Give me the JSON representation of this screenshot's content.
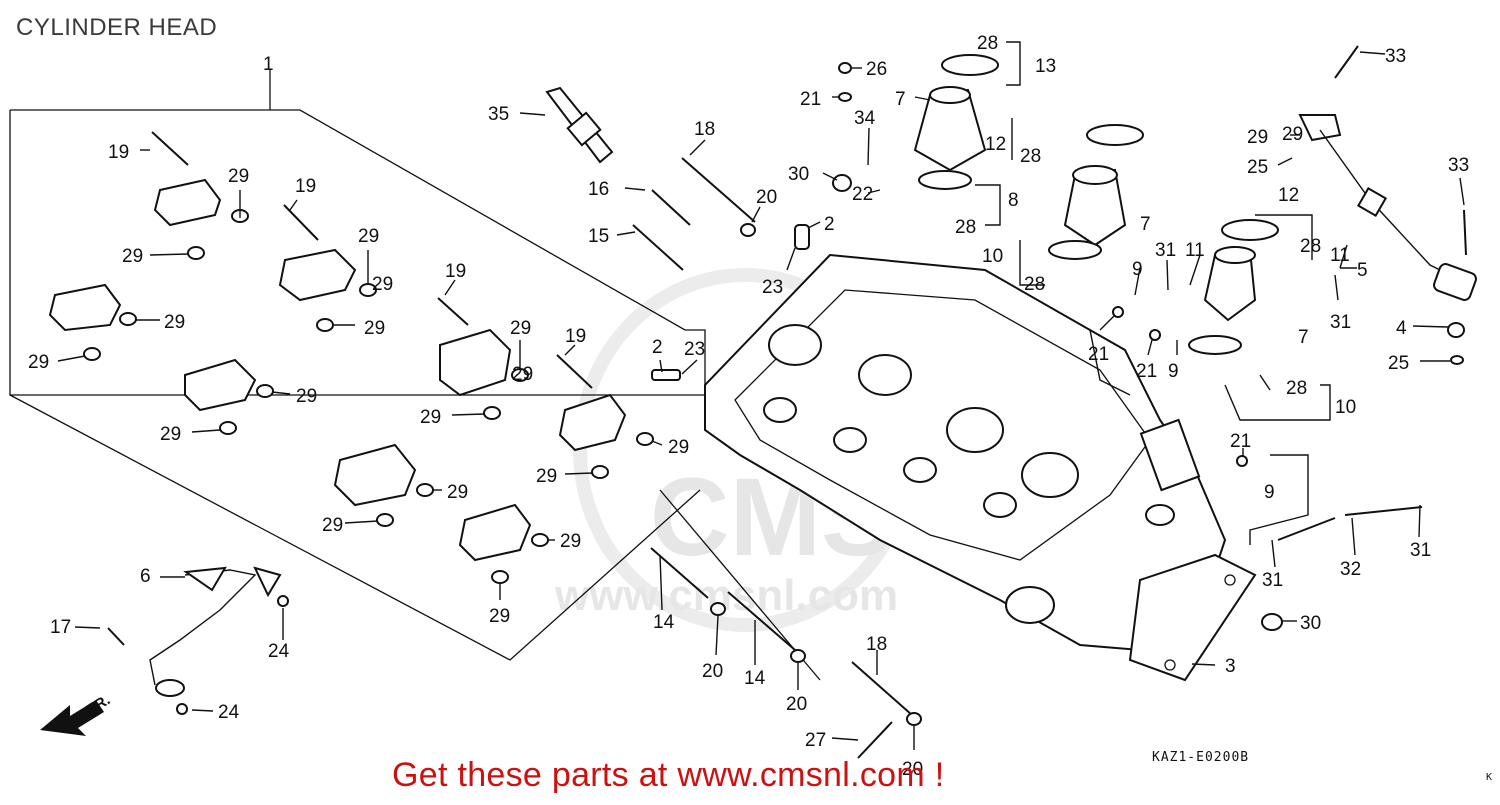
{
  "diagram": {
    "title": "CYLINDER HEAD",
    "promo": "Get these parts at www.cmsnl.com !",
    "drawing_code": "KAZ1-E0200B",
    "corner_mark": "K",
    "direction_label": "FR.",
    "watermark": {
      "brand": "CMS",
      "url": "www.cmsnl.com"
    },
    "callouts": {
      "c1": "1",
      "c2a": "2",
      "c2b": "2",
      "c3": "3",
      "c4": "4",
      "c5": "5",
      "c6": "6",
      "c7a": "7",
      "c7b": "7",
      "c7c": "7",
      "c8": "8",
      "c9a": "9",
      "c9b": "9",
      "c9c": "9",
      "c10a": "10",
      "c10b": "10",
      "c11a": "11",
      "c11b": "11",
      "c12a": "12",
      "c12b": "12",
      "c13": "13",
      "c14a": "14",
      "c14b": "14",
      "c15": "15",
      "c16": "16",
      "c17": "17",
      "c18a": "18",
      "c18b": "18",
      "c19a": "19",
      "c19b": "19",
      "c19c": "19",
      "c19d": "19",
      "c20a": "20",
      "c20b": "20",
      "c20c": "20",
      "c20d": "20",
      "c21a": "21",
      "c21b": "21",
      "c21c": "21",
      "c21d": "21",
      "c22": "22",
      "c23a": "23",
      "c23b": "23",
      "c24a": "24",
      "c24b": "24",
      "c25a": "25",
      "c25b": "25",
      "c26": "26",
      "c27": "27",
      "c28a": "28",
      "c28b": "28",
      "c28c": "28",
      "c28d": "28",
      "c28e": "28",
      "c28f": "28",
      "c29a": "29",
      "c29b": "29",
      "c29c": "29",
      "c29d": "29",
      "c29e": "29",
      "c29f": "29",
      "c29g": "29",
      "c29h": "29",
      "c29i": "29",
      "c29j": "29",
      "c29k": "29",
      "c29l": "29",
      "c29m": "29",
      "c29n": "29",
      "c29o": "29",
      "c29p": "29",
      "c29q": "29",
      "c29r": "29",
      "c29s": "29",
      "c29t": "29",
      "c30a": "30",
      "c30b": "30",
      "c31a": "31",
      "c31b": "31",
      "c31c": "31",
      "c31d": "31",
      "c32": "32",
      "c33a": "33",
      "c33b": "33",
      "c34": "34",
      "c35": "35"
    }
  }
}
